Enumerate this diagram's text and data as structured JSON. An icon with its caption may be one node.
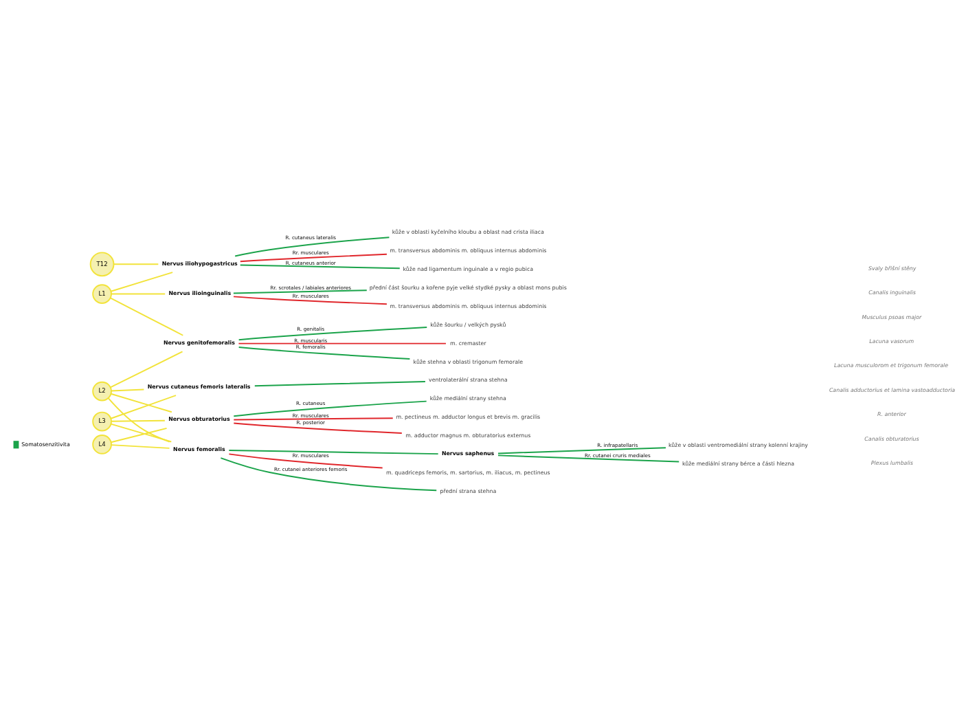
{
  "diagram": {
    "nodes": [
      {
        "text": [
          "T12"
        ]
      },
      {
        "text": [
          "L1"
        ]
      },
      {
        "text": [
          "L2"
        ]
      },
      {
        "text": [
          "L3"
        ]
      },
      {
        "text": [
          "L4"
        ]
      },
      {
        "text": [
          "Nervus iliohypogastricus"
        ]
      },
      {
        "text": [
          "Nervus ilioinguinalis"
        ]
      },
      {
        "text": [
          "Nervus genitofemoralis"
        ]
      },
      {
        "text": [
          "Nervus cutaneus femoris lateralis"
        ]
      },
      {
        "text": [
          "Nervus femoralis"
        ]
      },
      {
        "text": [
          "Nervus obturatorius"
        ]
      },
      {
        "text": [
          "Nervus saphenus"
        ]
      },
      {
        "text": [
          "kůže v oblasti kyčelního kloubu a oblast nad crista iliaca"
        ]
      },
      {
        "text": [
          "m. transversus abdominis m. obliquus internus abdominis"
        ]
      },
      {
        "text": [
          "kůže nad ligamentum inguinale a v regio pubica"
        ]
      },
      {
        "text": [
          "m. transversus abdominis m. obliquus internus abdominis"
        ]
      },
      {
        "text": [
          "přední část šourku a kořene pyje velké stydké pysky a oblast mons pubis"
        ]
      },
      {
        "text": [
          "kůže šourku / velkých pysků"
        ]
      },
      {
        "text": [
          "m. cremaster"
        ]
      },
      {
        "text": [
          "kůže stehna v oblasti trigonum femorale"
        ]
      },
      {
        "text": [
          "ventrolaterální strana stehna"
        ]
      },
      {
        "text": [
          "m. quadriceps femoris, m. sartorius, m. iliacus, m. pectineus"
        ]
      },
      {
        "text": [
          "přední strana stehna"
        ]
      },
      {
        "text": [
          "kůže v oblasti ventromediální strany kolenní krajiny"
        ]
      },
      {
        "text": [
          "kůže mediální strany bérce a části hlezna"
        ]
      },
      {
        "text": [
          "kůže mediální strany stehna"
        ]
      },
      {
        "text": [
          "m. pectineus m. adductor longus et brevis m. gracilis"
        ]
      },
      {
        "text": [
          "m. adductor magnus m. obturatorius externus"
        ]
      }
    ],
    "edges": [
      {
        "from": 0,
        "to": 5,
        "arrow": "none"
      },
      {
        "from": 1,
        "to": 5,
        "arrow": "none"
      },
      {
        "from": 1,
        "to": 6,
        "arrow": "none"
      },
      {
        "from": 1,
        "to": 7,
        "arrow": "none"
      },
      {
        "from": 2,
        "to": 7,
        "arrow": "none"
      },
      {
        "from": 2,
        "to": 8,
        "arrow": "none"
      },
      {
        "from": 3,
        "to": 8,
        "arrow": "none"
      },
      {
        "from": 2,
        "to": 9,
        "arrow": "none"
      },
      {
        "from": 3,
        "to": 9,
        "arrow": "none"
      },
      {
        "from": 4,
        "to": 9,
        "arrow": "none"
      },
      {
        "from": 2,
        "to": 10,
        "arrow": "none"
      },
      {
        "from": 3,
        "to": 10,
        "arrow": "none"
      },
      {
        "from": 4,
        "to": 10,
        "arrow": "none"
      },
      {
        "from": 5,
        "to": 12,
        "label": "R. cutaneus lateralis",
        "arrow": "none",
        "color": "#1aa34a"
      },
      {
        "from": 5,
        "to": 13,
        "label": "Rr. musculares",
        "arrow": "none",
        "color": "#e0262b"
      },
      {
        "from": 5,
        "to": 14,
        "label": "R. cutaneus anterior",
        "arrow": "none",
        "color": "#1aa34a"
      },
      {
        "from": 6,
        "to": 15,
        "label": "Rr. musculares",
        "arrow": "none",
        "color": "#e0262b"
      },
      {
        "from": 6,
        "to": 16,
        "label": "Rr. scrotales / labiales anteriores",
        "arrow": "none",
        "color": "#1aa34a"
      },
      {
        "from": 7,
        "to": 17,
        "label": "R. genitalis",
        "arrow": "none",
        "color": "#1aa34a"
      },
      {
        "from": 7,
        "to": 18,
        "label": "R. muscularis",
        "arrow": "none",
        "color": "#e0262b"
      },
      {
        "from": 7,
        "to": 19,
        "label": "R. femoralis",
        "arrow": "none",
        "color": "#1aa34a"
      },
      {
        "from": 8,
        "to": 20,
        "arrow": "none",
        "color": "#1aa34a"
      },
      {
        "from": 9,
        "to": 21,
        "label": "Rr. musculares",
        "arrow": "none",
        "color": "#e0262b"
      },
      {
        "from": 9,
        "to": 22,
        "label": "Rr. cutanei anteriores femoris",
        "arrow": "none",
        "color": "#1aa34a"
      },
      {
        "from": 9,
        "to": 11,
        "arrow": "none",
        "color": "#1aa34a"
      },
      {
        "from": 11,
        "to": 23,
        "label": "R. infrapatellaris",
        "arrow": "none",
        "color": "#1aa34a"
      },
      {
        "from": 11,
        "to": 24,
        "label": "Rr. cutanei cruris mediales",
        "arrow": "none",
        "color": "#1aa34a"
      },
      {
        "from": 10,
        "to": 25,
        "label": "R. cutaneus",
        "arrow": "none",
        "color": "#1aa34a"
      },
      {
        "from": 10,
        "to": 26,
        "label": "Rr. musculares",
        "arrow": "none",
        "color": "#e0262b"
      },
      {
        "from": 10,
        "to": 27,
        "label": "R. posterior",
        "arrow": "none",
        "color": "#e0262b"
      }
    ],
    "labels": [
      "Svaly břišní stěny",
      "Canalis inguinalis",
      "Musculus psoas major",
      "Lacuna vasorum",
      "Lacuna musculorom et trigonum femorale",
      "Canalis adductorius et lamina vastoadductoria",
      "R. anterior",
      "Canalis obturatorius",
      "Plexus lumbalis"
    ],
    "legend": [
      {
        "text": "Somatosenzitivita",
        "color": "#1aa34a"
      }
    ]
  }
}
